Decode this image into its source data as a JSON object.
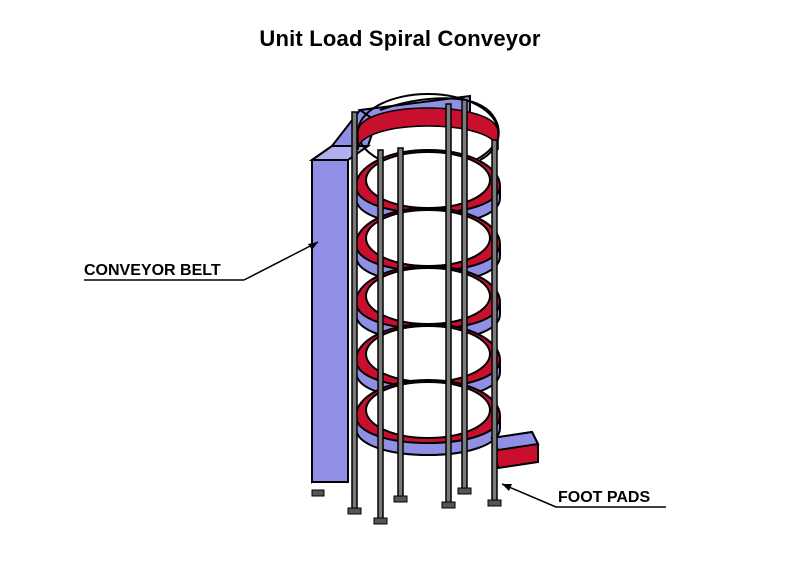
{
  "title": "Unit Load Spiral Conveyor",
  "callouts": {
    "conveyor_belt": "CONVEYOR BELT",
    "foot_pads": "FOOT PADS"
  },
  "colors": {
    "belt_frame": "#8f8fe6",
    "belt_frame_dark": "#5f5fb8",
    "belt_surface": "#c8102e",
    "belt_surface_dark": "#8b0a1f",
    "posts": "#7a7a7a",
    "outline": "#000000"
  }
}
